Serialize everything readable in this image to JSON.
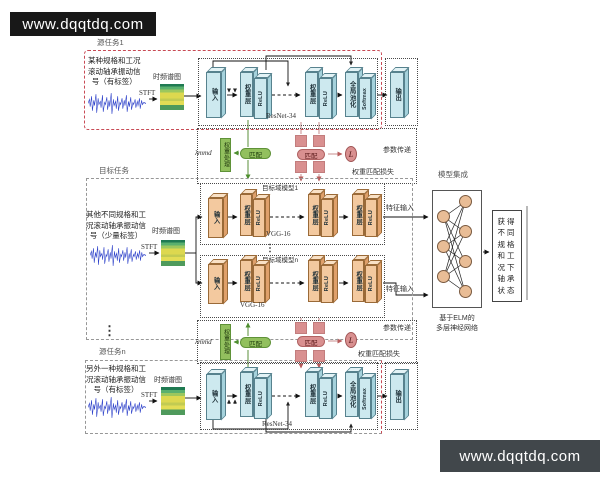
{
  "watermark": {
    "top": "www.dqqtdq.com",
    "bottom": "www.dqqtdq.com"
  },
  "labels": {
    "input": "输入",
    "weight_layer": "权重层",
    "relu": "ReLU",
    "global_pool": "全局池化",
    "softmax": "Softmax",
    "output": "输出",
    "resnet": "ResNet-34",
    "vgg": "VGG-16",
    "stft": "STFT",
    "spectrogram": "时频谱图",
    "match": "匹配",
    "weight_process": "权重处理",
    "lambda": "λmmd",
    "loss": "L",
    "param_transfer": "参数传递",
    "weight_match_loss": "权重匹配损失",
    "feature_input": "特征输入",
    "dots": "⋮"
  },
  "source_task_1": {
    "title": "源任务1",
    "signal_lines": [
      "某种规格和工况",
      "滚动轴承振动信",
      "号（有标签）"
    ]
  },
  "target_task": {
    "title": "目标任务",
    "signal_lines": [
      "其他不同规格和工",
      "况滚动轴承振动信",
      "号（少量标签）"
    ],
    "model1_title": "目标域模型1",
    "modeln_title": "目标域模型n"
  },
  "source_task_n": {
    "title": "源任务n",
    "signal_lines": [
      "另外一种规格和工",
      "况滚动轴承振动信",
      "号（有标签）"
    ]
  },
  "ensemble": {
    "title": "模型集成",
    "elm_label_lines": [
      "基于ELM的",
      "多层神经网络"
    ],
    "result_lines": [
      "获得",
      "不同",
      "规格",
      "和工",
      "况下",
      "轴承",
      "状态"
    ]
  }
}
